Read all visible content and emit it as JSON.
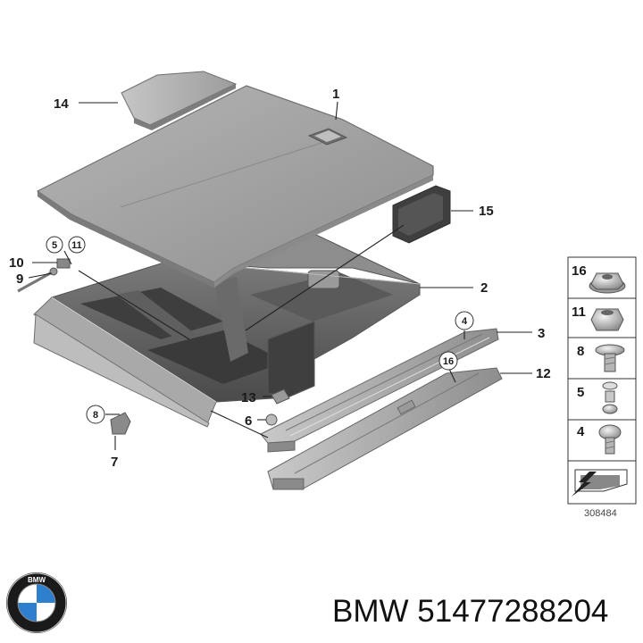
{
  "callouts": {
    "c1": "1",
    "c2": "2",
    "c3": "3",
    "c4": "4",
    "c5": "5",
    "c6": "6",
    "c7": "7",
    "c8": "8",
    "c9": "9",
    "c10": "10",
    "c11": "11",
    "c12": "12",
    "c13": "13",
    "c14": "14",
    "c15": "15",
    "c16": "16"
  },
  "legend": {
    "items": [
      "16",
      "11",
      "8",
      "5",
      "4"
    ]
  },
  "diagram_code": "308484",
  "caption": "BMW 51477288204",
  "logo": {
    "text": "BMW",
    "colors": {
      "blue": "#2f7fcf",
      "white": "#ffffff",
      "ring": "#1a1a1a"
    }
  }
}
